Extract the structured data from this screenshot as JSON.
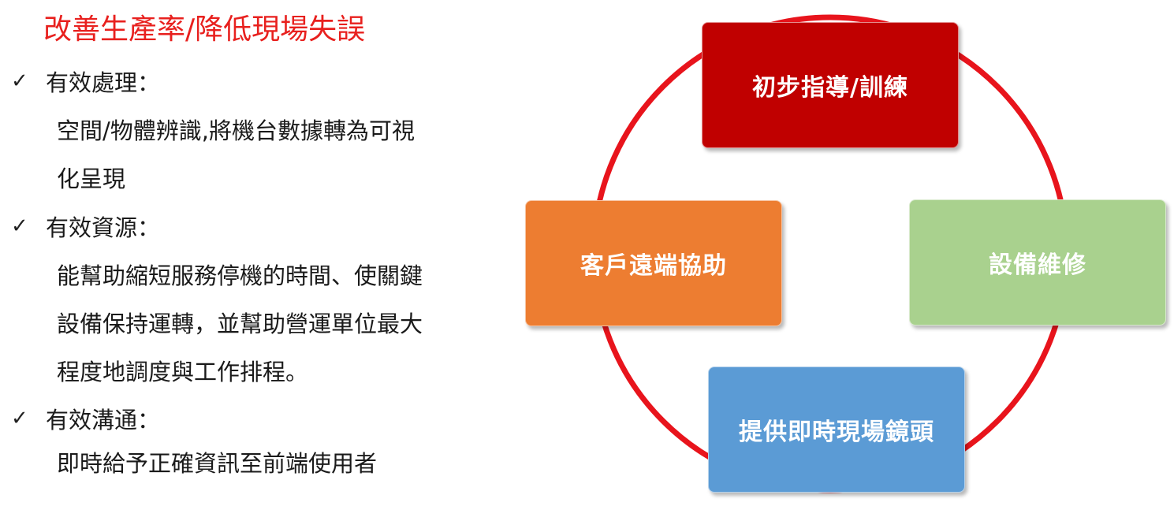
{
  "left": {
    "title": "改善生產率/降低現場失誤",
    "items": [
      {
        "label": "有效處理：",
        "lines": [
          "空間/物體辨識,將機台數據轉為可視",
          "化呈現"
        ]
      },
      {
        "label": "有效資源：",
        "lines": [
          "能幫助縮短服務停機的時間、使關鍵",
          "設備保持運轉，並幫助營運單位最大",
          "程度地調度與工作排程。"
        ]
      },
      {
        "label": "有效溝通：",
        "lines": [
          "即時給予正確資訊至前端使用者"
        ]
      }
    ]
  },
  "diagram": {
    "ring_color": "#e8141c",
    "nodes": {
      "top": {
        "label": "初步指導/訓練",
        "color": "#c00000"
      },
      "right": {
        "label": "設備維修",
        "color": "#a9d18e"
      },
      "bottom": {
        "label": "提供即時現場鏡頭",
        "color": "#5b9bd5"
      },
      "left": {
        "label": "客戶遠端協助",
        "color": "#ed7d31"
      }
    }
  },
  "icons": {
    "check": "✓"
  }
}
